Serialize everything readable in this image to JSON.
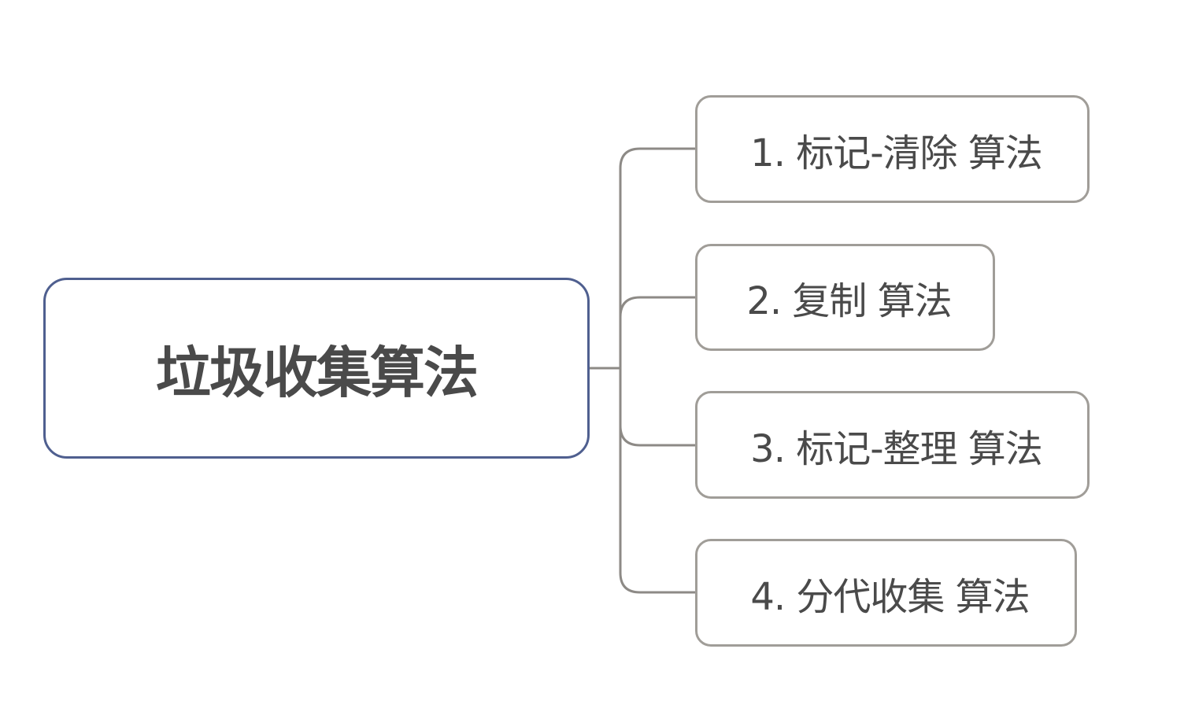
{
  "diagram": {
    "type": "mind-map",
    "root": {
      "label": "垃圾收集算法"
    },
    "branches": [
      {
        "label": "1. 标记-清除 算法"
      },
      {
        "label": "2. 复制 算法"
      },
      {
        "label": "3. 标记-整理 算法"
      },
      {
        "label": "4. 分代收集 算法"
      }
    ],
    "colors": {
      "root_border": "#4f5f8f",
      "branch_border": "#a09d98",
      "connector": "#8d8a86",
      "text": "#4a4a4a",
      "background": "#ffffff"
    }
  }
}
